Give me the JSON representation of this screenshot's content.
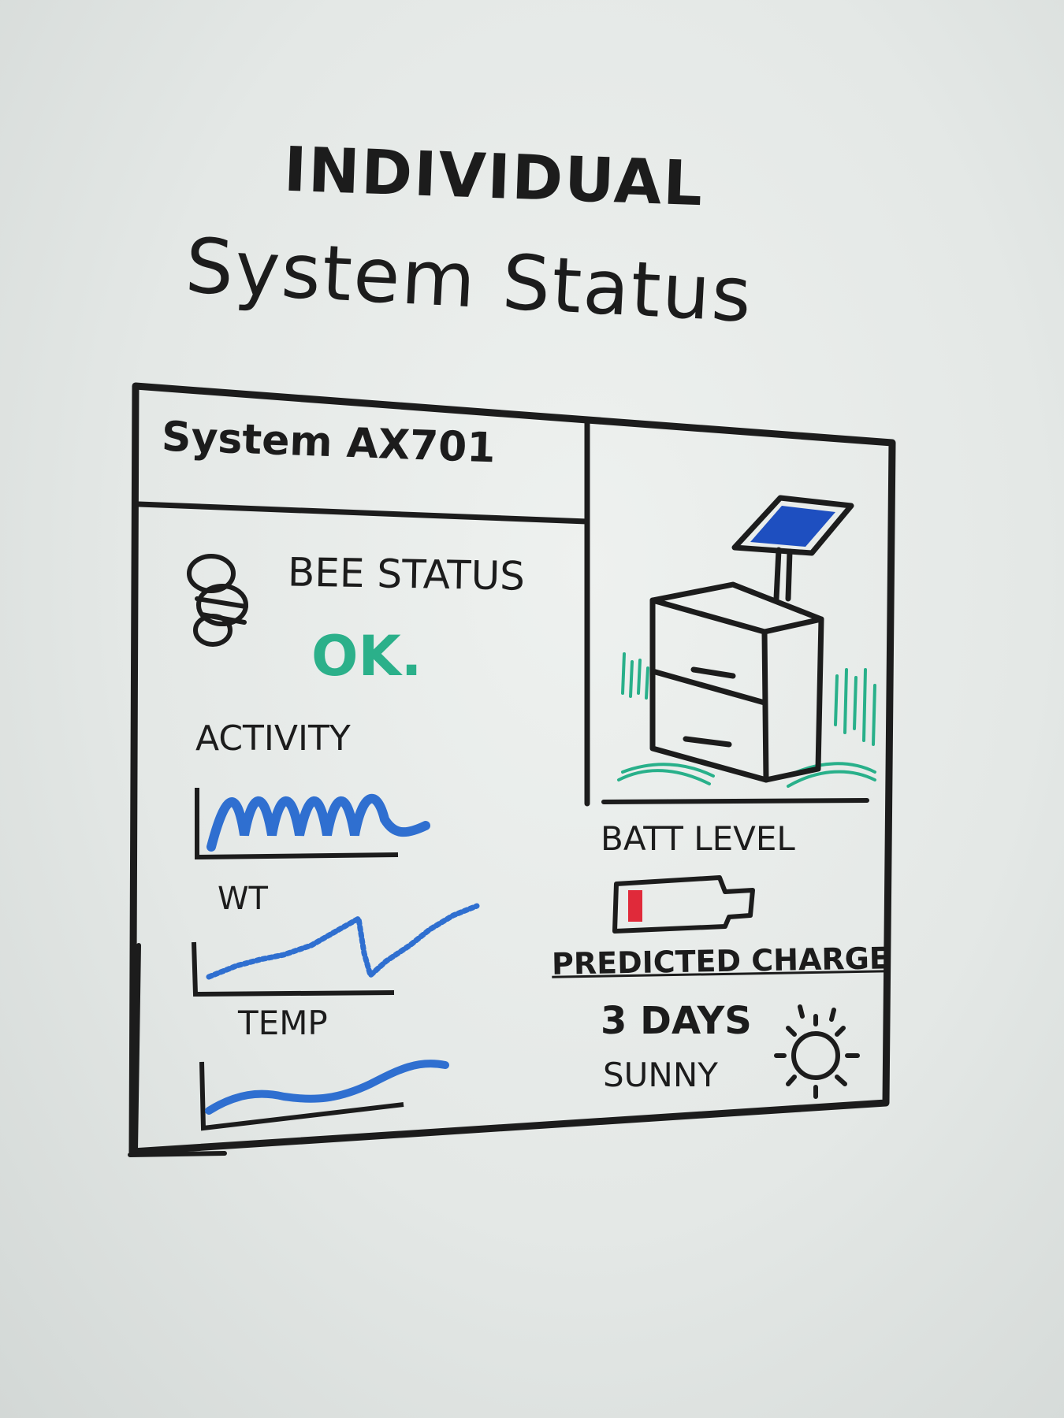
{
  "heading": {
    "line1": "INDIVIDUAL",
    "line2": "System Status"
  },
  "panel": {
    "system_name": "System AX701",
    "bee_status": {
      "label": "BEE STATUS",
      "value": "OK."
    },
    "charts": {
      "activity_label": "ACTIVITY",
      "weight_label": "WT",
      "temp_label": "TEMP"
    },
    "battery": {
      "label": "BATT LEVEL",
      "level_fraction": 0.15
    },
    "predicted_charge": {
      "label": "PREDICTED CHARGE",
      "days": "3 DAYS",
      "weather": "SUNNY"
    }
  },
  "icons": [
    "bee-icon",
    "beehive-with-solar-panel-drawing",
    "battery-icon",
    "sun-icon"
  ],
  "colors": {
    "marker_black": "#1c1c1c",
    "marker_green": "#2bb08a",
    "marker_blue": "#2f6fd0",
    "solar_blue": "#1e4fc0",
    "battery_red": "#e02a3a"
  }
}
